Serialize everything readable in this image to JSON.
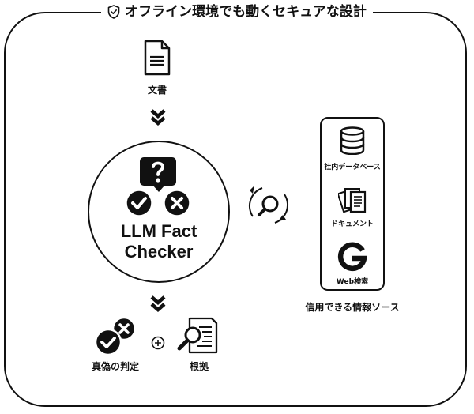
{
  "header": {
    "title": "オフライン環境でも動くセキュアな設計",
    "icon": "shield-check-icon"
  },
  "flow": {
    "input": {
      "icon": "document-icon",
      "label": "文書"
    },
    "arrows": [
      "chevron-down-double-icon",
      "chevron-down-double-icon"
    ],
    "checker": {
      "name_line1": "LLM Fact",
      "name_line2": "Checker",
      "icons": [
        "question-bubble-icon",
        "check-circle-icon",
        "x-circle-icon"
      ]
    },
    "cycle_icon": "search-refresh-icon",
    "outputs": [
      {
        "icon": "check-x-circles-icon",
        "label": "真偽の判定"
      },
      {
        "icon": "plus-circle-icon",
        "label": ""
      },
      {
        "icon": "document-magnifier-icon",
        "label": "根拠"
      }
    ]
  },
  "sources": {
    "caption": "信用できる情報ソース",
    "items": [
      {
        "icon": "database-icon",
        "label": "社内データベース"
      },
      {
        "icon": "documents-icon",
        "label": "ドキュメント"
      },
      {
        "icon": "google-g-icon",
        "label": "Web検索"
      }
    ]
  },
  "colors": {
    "ink": "#111111",
    "background": "#ffffff"
  }
}
